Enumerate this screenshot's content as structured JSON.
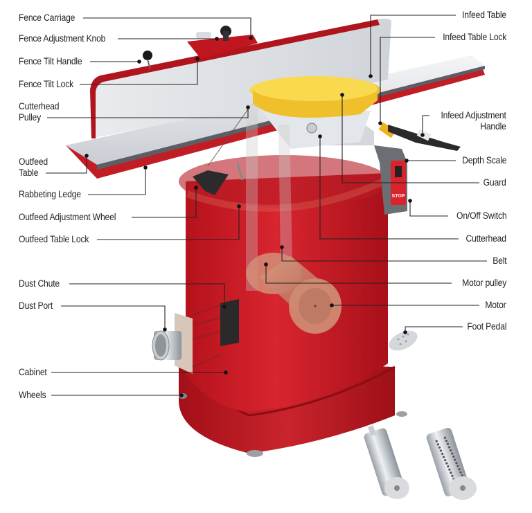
{
  "diagram": {
    "subject": "Benchtop jointer (parts diagram)",
    "colors": {
      "cabinet_red": "#c8202a",
      "cabinet_dark": "#9a1018",
      "table_silver": "#e3e6ea",
      "guard_yellow": "#f2c230",
      "motor_copper": "#c97a62",
      "leader_line": "#222222",
      "label_text": "#222222"
    },
    "left_labels": [
      {
        "id": "fence-carriage",
        "text": "Fence Carriage"
      },
      {
        "id": "fence-adjustment-knob",
        "text": "Fence Adjustment Knob"
      },
      {
        "id": "fence-tilt-handle",
        "text": "Fence Tilt Handle"
      },
      {
        "id": "fence-tilt-lock",
        "text": "Fence Tilt Lock"
      },
      {
        "id": "cutterhead-pulley",
        "text": "Cutterhead\nPulley",
        "line1": "Cutterhead",
        "line2": "Pulley"
      },
      {
        "id": "outfeed-table",
        "text": "Outfeed\nTable",
        "line1": "Outfeed",
        "line2": "Table"
      },
      {
        "id": "rabbeting-ledge",
        "text": "Rabbeting Ledge"
      },
      {
        "id": "outfeed-adjustment-wheel",
        "text": "Outfeed Adjustment Wheel"
      },
      {
        "id": "outfeed-table-lock",
        "text": "Outfeed Table Lock"
      },
      {
        "id": "dust-chute",
        "text": "Dust Chute"
      },
      {
        "id": "dust-port",
        "text": "Dust Port"
      },
      {
        "id": "cabinet",
        "text": "Cabinet"
      },
      {
        "id": "wheels",
        "text": "Wheels"
      }
    ],
    "right_labels": [
      {
        "id": "infeed-table",
        "text": "Infeed Table"
      },
      {
        "id": "infeed-table-lock",
        "text": "Infeed Table Lock"
      },
      {
        "id": "infeed-adjustment-handle",
        "text": "Infeed Adjustment\nHandle",
        "line1": "Infeed Adjustment",
        "line2": "Handle"
      },
      {
        "id": "depth-scale",
        "text": "Depth Scale"
      },
      {
        "id": "guard",
        "text": "Guard"
      },
      {
        "id": "on-off-switch",
        "text": "On/Off Switch"
      },
      {
        "id": "cutterhead",
        "text": "Cutterhead"
      },
      {
        "id": "belt",
        "text": "Belt"
      },
      {
        "id": "motor-pulley",
        "text": "Motor pulley"
      },
      {
        "id": "motor",
        "text": "Motor"
      },
      {
        "id": "foot-pedal",
        "text": "Foot Pedal"
      }
    ],
    "switch_text": "STOP"
  }
}
